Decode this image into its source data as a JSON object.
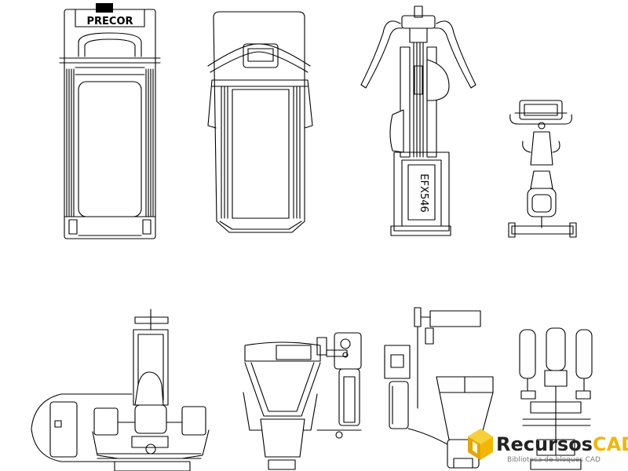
{
  "labels": {
    "treadmill_brand": "PRECOR",
    "elliptical_model": "EFX546"
  },
  "watermark": {
    "name_part1": "Recursos",
    "name_part2": "CAD",
    "subtitle": "Biblioteca de bloques CAD"
  },
  "colors": {
    "line": "#000000",
    "watermark_dark": "#222222",
    "watermark_accent": "#f2b705",
    "watermark_gray": "#7a7a7a"
  }
}
